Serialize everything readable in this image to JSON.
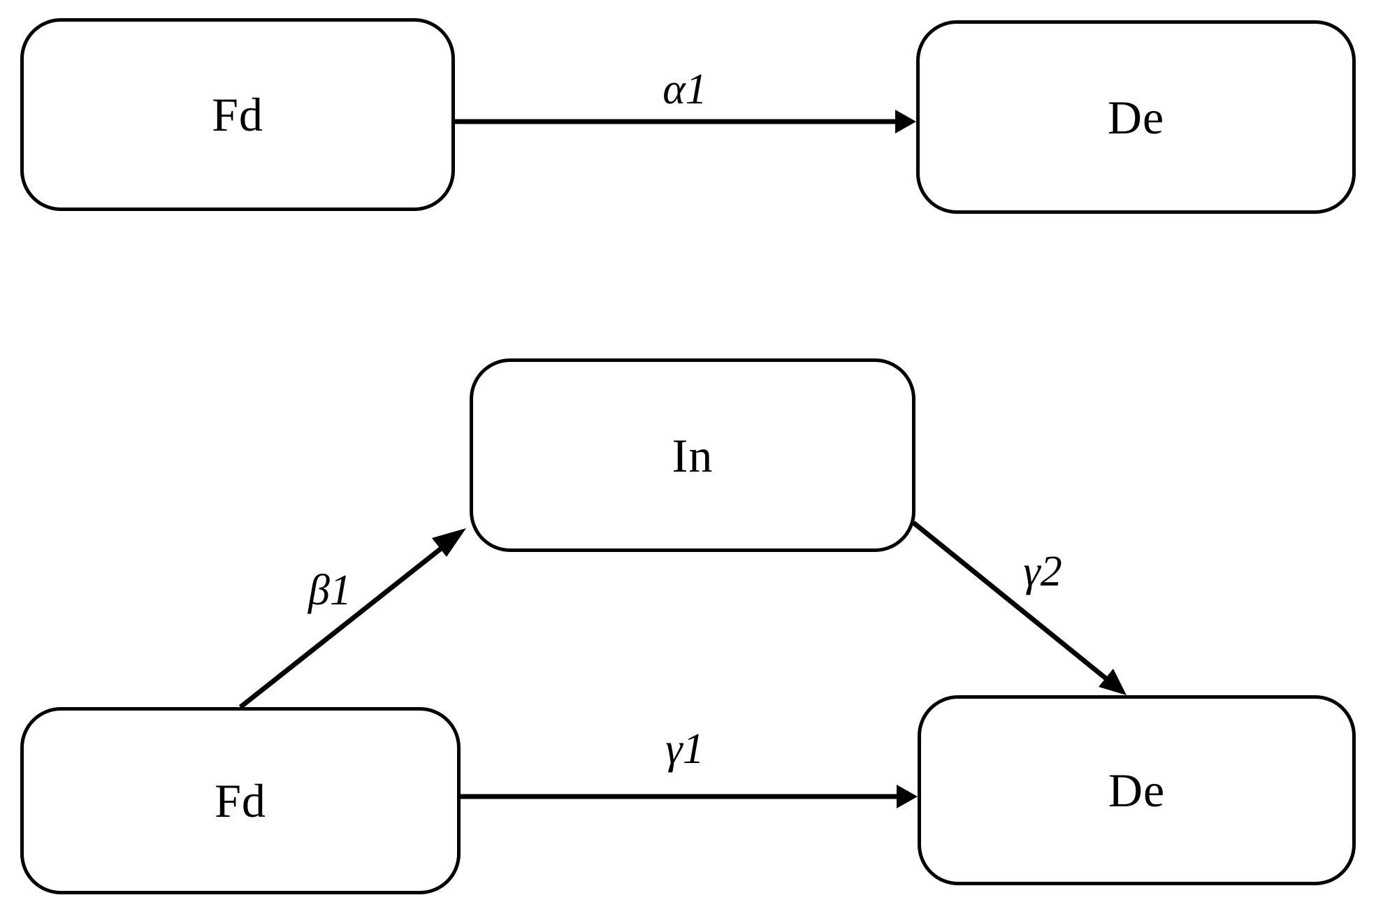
{
  "canvas": {
    "background": "#ffffff",
    "stroke_color": "#000000"
  },
  "top_model": {
    "fd": {
      "label": "Fd"
    },
    "de": {
      "label": "De"
    },
    "alpha1": {
      "label": "α1",
      "from": "Fd",
      "to": "De"
    }
  },
  "bottom_model": {
    "fd": {
      "label": "Fd"
    },
    "de": {
      "label": "De"
    },
    "in": {
      "label": "In"
    },
    "beta1": {
      "label": "β1",
      "from": "Fd",
      "to": "In"
    },
    "gamma1": {
      "label": "γ1",
      "from": "Fd",
      "to": "De"
    },
    "gamma2": {
      "label": "γ2",
      "from": "In",
      "to": "De"
    }
  }
}
